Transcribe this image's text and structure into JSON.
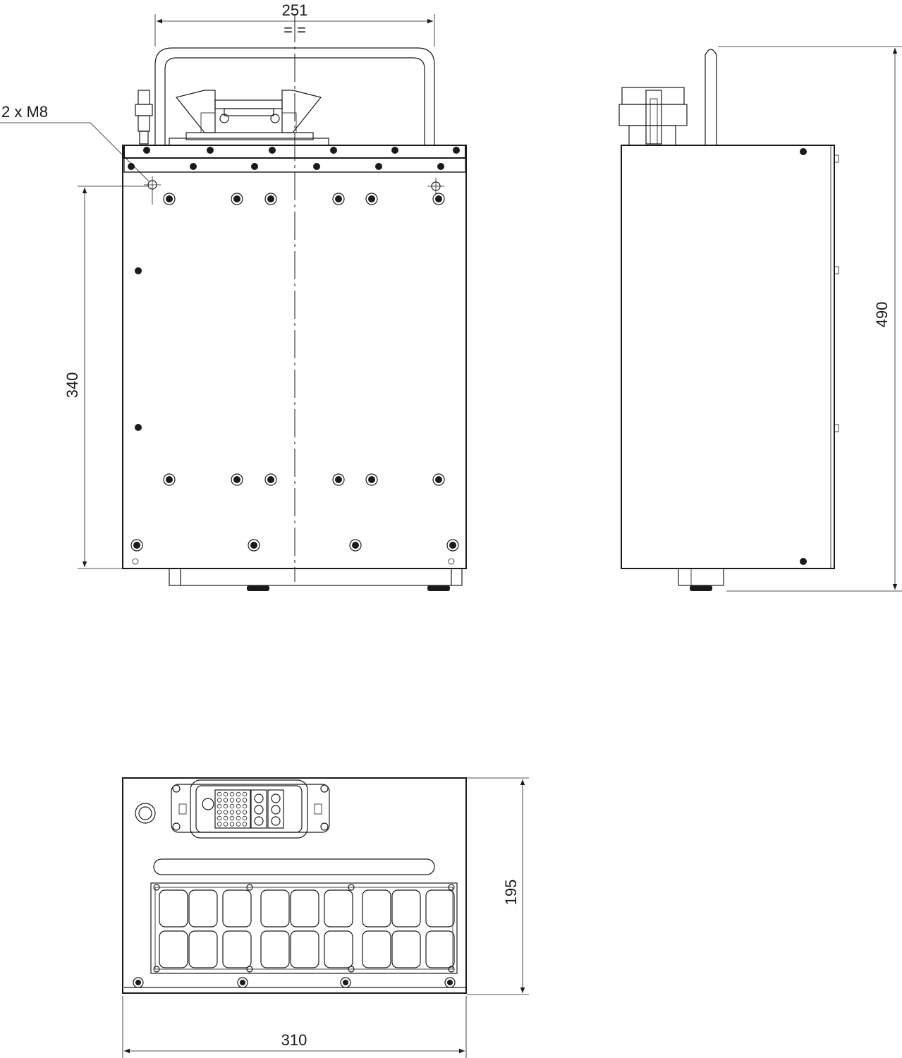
{
  "dimensions": {
    "top_width": "251",
    "equal_marks": "= =",
    "thread_note": "2 x M8",
    "front_height": "340",
    "side_height": "490",
    "bottom_depth": "195",
    "bottom_width": "310"
  },
  "colors": {
    "line": "#1a1a1a",
    "background": "#ffffff"
  }
}
